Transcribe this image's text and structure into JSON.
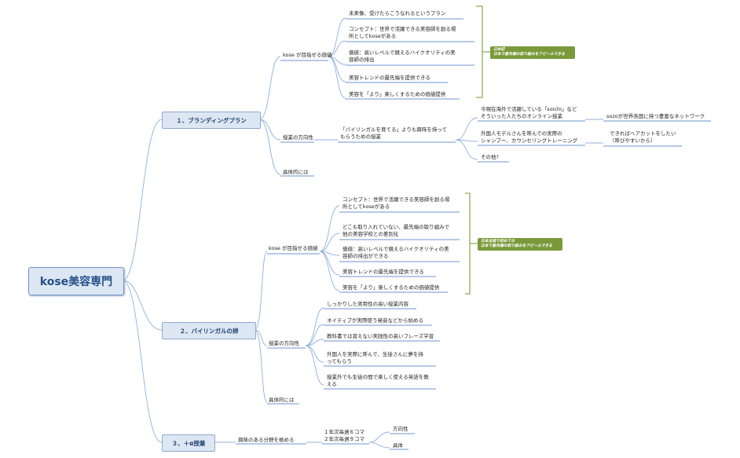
{
  "root": {
    "label": "kose美容専門"
  },
  "branch1": {
    "label": "１、ブランディングプラン",
    "sub1": {
      "label": "kose が目指せる価値",
      "items": [
        "未来像、受けたらこうなれるというプラン",
        "コンセプト：世界で活躍できる美容師を創る場\n所としてkoseがある",
        "価値：高いレベルで競えるハイクオリティの美\n容師の排出",
        "美容トレンドの最先端を提供できる",
        "美容を「より」楽しくするための価値提供"
      ]
    },
    "sub2": {
      "label": "授業の方向性",
      "idea": "「パイリンガルを育てる」よりも興味を持って\nもらうための授業",
      "items": [
        "今現在海外で活躍している「soichi」など\nそういった人たちのオンライン授業",
        "外国人モデルさんを呼んでの実際の\nシャンプー、カウンセリングトレーニング",
        "その他?"
      ],
      "details": [
        "sozoが世界各国に持つ豊富なネットワーク",
        "できればヘアカットをしたい\n（呼びやすいから）"
      ]
    },
    "sub3": {
      "label": "具体的には"
    },
    "note": "日本初\n日本で最先端の取り組みをアピールできる"
  },
  "branch2": {
    "label": "２、バイリンガルの卵",
    "sub1": {
      "label": "kose が目指せる価値",
      "items": [
        "コンセプト：世界で活躍できる美容師を創る場\n所としてkoseがある",
        "どこも取り入れていない、最先端の取り組みで\n他の美容学校との差別化",
        "価値：高いレベルで競えるハイクオリティの美\n容師の排出ができる",
        "美容トレンドの最先端を提供できる",
        "美容を「より」楽しくするための価値提供"
      ]
    },
    "sub2": {
      "label": "授業の方向性",
      "items": [
        "しっかりした実用性の高い授業内容",
        "ネイティブが実際使う発音などから始める",
        "教科書では習えない実践性の高いフレーズ学習",
        "外国人を実際に呼んで、生徒さんに夢を持\nってもらう",
        "授業外でも生徒の間で楽しく使える英語を教\nえる"
      ]
    },
    "sub3": {
      "label": "具体的には"
    },
    "note": "日本全国で初めての\n日本で最先端の取り組みをアピールできる"
  },
  "branch3": {
    "label": "３、＋α授業",
    "sub1": {
      "label": "興味のある分野を極める"
    },
    "schedule": "１年次毎週６コマ\n２年次毎週９コマ",
    "items": [
      "方向性",
      "具体"
    ]
  },
  "colors": {
    "line": "#8fb1dc",
    "underline": "#6e96cf",
    "bracket": "#8fae53",
    "note": "#7a9a3a",
    "root_text": "#25508a"
  }
}
